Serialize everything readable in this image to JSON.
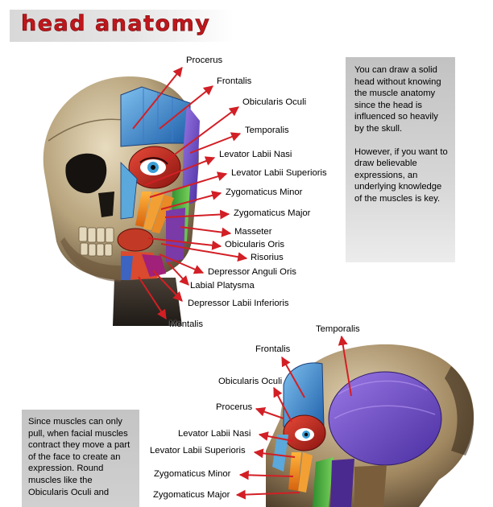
{
  "title": "head anatomy",
  "info_top": {
    "paragraph1": "You can draw a solid head without knowing the muscle anatomy since the head is influenced so heavily by the skull.",
    "paragraph2": "However, if you want to draw believable expressions,  an underlying knowledge of the muscles is key."
  },
  "info_bottom": {
    "text": "Since muscles can only pull, when facial muscles contract they move a part of the face to create an expression.  Round muscles like the Obicularis Oculi and"
  },
  "front_labels": [
    "Procerus",
    "Frontalis",
    "Obicularis Oculi",
    "Temporalis",
    "Levator Labii Nasi",
    "Levator Labii Superioris",
    "Zygomaticus Minor",
    "Zygomaticus Major",
    "Masseter",
    "Obicularis Oris",
    "Risorius",
    "Depressor Anguli Oris",
    "Labial Platysma",
    "Depressor Labii Inferioris",
    "Mentalis"
  ],
  "side_labels": [
    "Temporalis",
    "Frontalis",
    "Obicularis Oculi",
    "Procerus",
    "Levator Labii Nasi",
    "Levator Labii Superioris",
    "Zygomaticus Minor",
    "Zygomaticus Major"
  ],
  "colors": {
    "title": "#c0161b",
    "arrow": "#d21f25",
    "info_box": "#c4c4c4"
  }
}
